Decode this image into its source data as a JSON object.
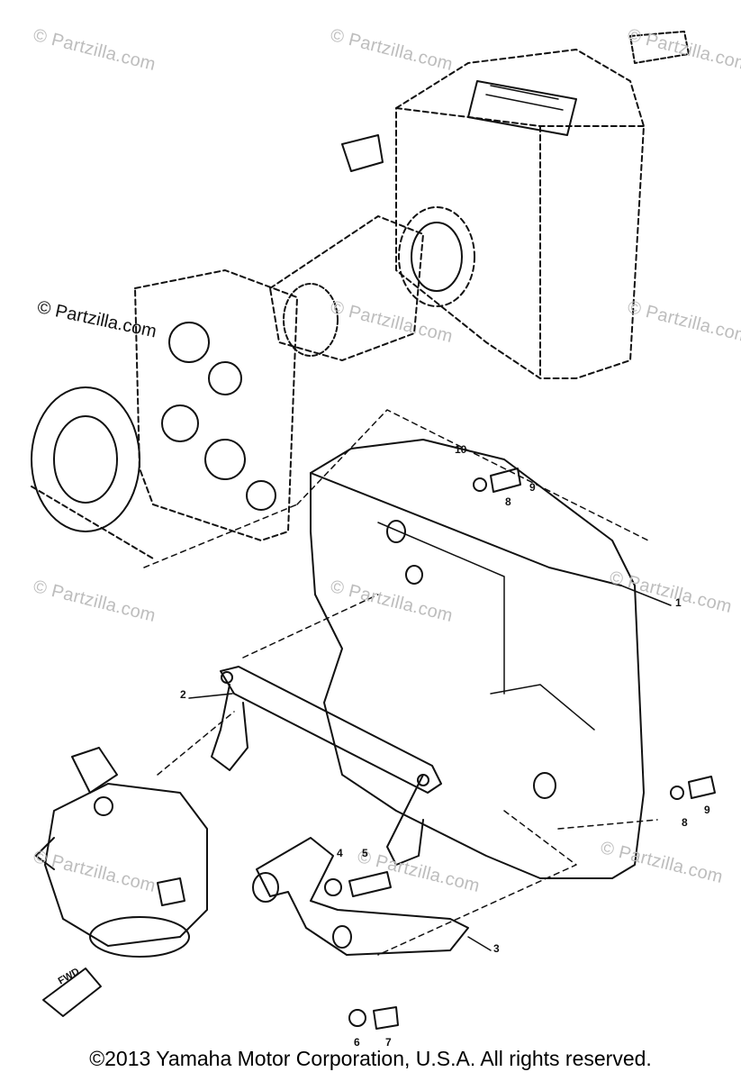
{
  "watermark": "© Partzilla.com",
  "callouts": {
    "p1": "1",
    "p2": "2",
    "p3": "3",
    "p4": "4",
    "p5": "5",
    "p6": "6",
    "p7": "7",
    "p8a": "8",
    "p8b": "8",
    "p9a": "9",
    "p9b": "9",
    "p10": "10"
  },
  "fwd_label": "FWD",
  "copyright": "©2013 Yamaha Motor Corporation, U.S.A. All rights reserved."
}
